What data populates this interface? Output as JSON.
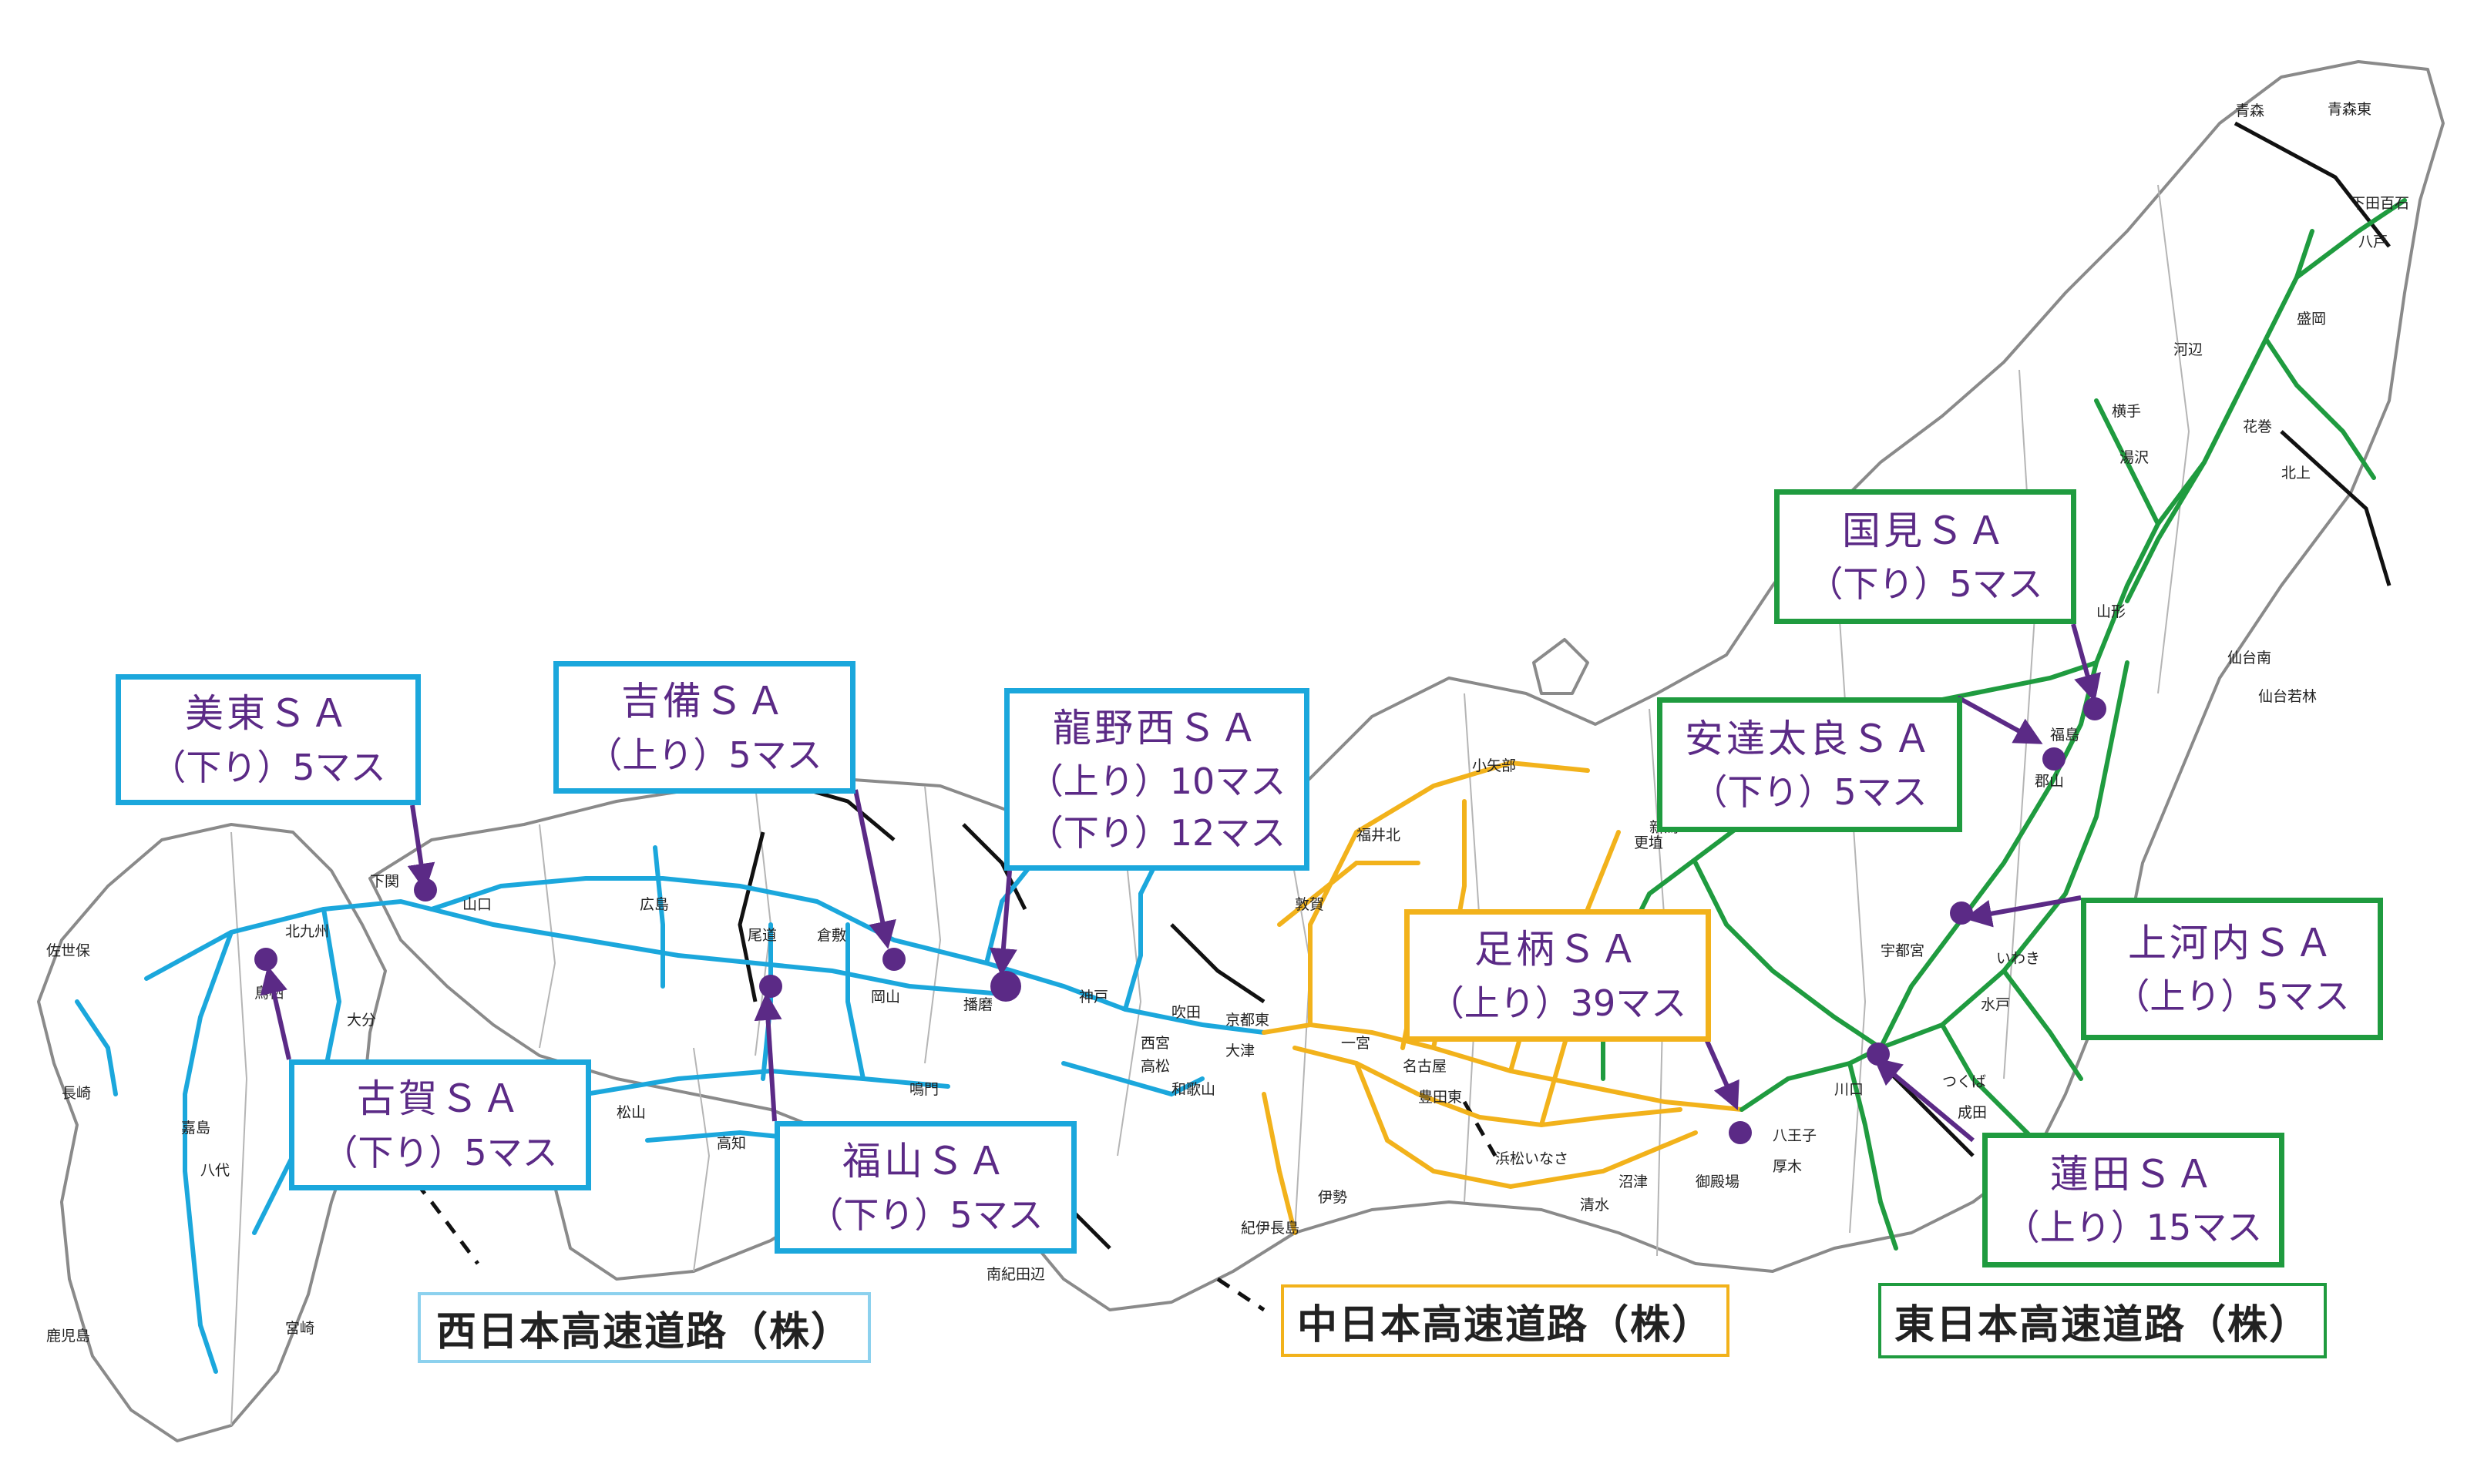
{
  "callouts": [
    {
      "id": "mito",
      "name": "美東ＳＡ",
      "lines": [
        "（下り）5マス"
      ],
      "company": "west"
    },
    {
      "id": "kibi",
      "name": "吉備ＳＡ",
      "lines": [
        "（上り）5マス"
      ],
      "company": "west"
    },
    {
      "id": "tatsuno",
      "name": "龍野西ＳＡ",
      "lines": [
        "（上り）10マス",
        "（下り）12マス"
      ],
      "company": "west"
    },
    {
      "id": "koga",
      "name": "古賀ＳＡ",
      "lines": [
        "（下り）5マス"
      ],
      "company": "west"
    },
    {
      "id": "fukuyama",
      "name": "福山ＳＡ",
      "lines": [
        "（下り）5マス"
      ],
      "company": "west"
    },
    {
      "id": "ashigara",
      "name": "足柄ＳＡ",
      "lines": [
        "（上り）39マス"
      ],
      "company": "central"
    },
    {
      "id": "kunimi",
      "name": "国見ＳＡ",
      "lines": [
        "（下り）5マス"
      ],
      "company": "east"
    },
    {
      "id": "adatara",
      "name": "安達太良ＳＡ",
      "lines": [
        "（下り）5マス"
      ],
      "company": "east"
    },
    {
      "id": "kamikawachi",
      "name": "上河内ＳＡ",
      "lines": [
        "（上り）5マス"
      ],
      "company": "east"
    },
    {
      "id": "hasuda",
      "name": "蓮田ＳＡ",
      "lines": [
        "（上り）15マス"
      ],
      "company": "east"
    }
  ],
  "legend": {
    "west": "西日本高速道路（株）",
    "central": "中日本高速道路（株）",
    "east": "東日本高速道路（株）"
  },
  "colors": {
    "west": "#1ba7dc",
    "central": "#f2b21b",
    "east": "#1f9b3f",
    "marker": "#5b2a86",
    "outline": "#8a8a8a",
    "road_other": "#111111"
  },
  "station_labels": {
    "aomori": "青森",
    "aomori_higashi": "青森東",
    "hachinohe": "八戸",
    "towada": "下田百石",
    "morioka": "盛岡",
    "hanamaki": "花巻",
    "kitakami": "北上",
    "akita": "河辺",
    "yokote": "横手",
    "yuzawa": "湯沢",
    "sendai": "仙台南",
    "sendai_wakabayashi": "仙台若林",
    "yamagata": "山形",
    "fukushima": "福島",
    "koriyama": "郡山",
    "iwaki": "いわき",
    "utsunomiya": "宇都宮",
    "mito_city": "水戸",
    "tsukuba": "つくば",
    "narita": "成田",
    "kawaguchi": "川口",
    "hachioji": "八王子",
    "atsugi": "厚木",
    "niigata": "新潟",
    "nagano": "更埴",
    "gotemba": "御殿場",
    "numazu": "沼津",
    "shimizu": "清水",
    "hamamatsu": "浜松いなさ",
    "nagoya": "名古屋",
    "toyota": "豊田東",
    "ichinomiya": "一宮",
    "tsuruga": "敦賀",
    "fukui": "福井北",
    "komatsu": "小矢部",
    "kyoto": "京都東",
    "otsu": "大津",
    "suita": "吹田",
    "nishinomiya": "西宮",
    "kobe": "神戸",
    "himeji": "播磨",
    "okayama": "岡山",
    "kurashiki": "倉敷",
    "fukuyama_city": "尾道",
    "hiroshima": "広島",
    "yamaguchi": "山口",
    "shimonoseki": "下関",
    "kitakyushu": "北九州",
    "fukuoka": "鳥栖",
    "saga": "佐世保",
    "nagasaki": "長崎",
    "kumamoto": "嘉島",
    "yatsushiro": "八代",
    "kagoshima": "鹿児島",
    "miyazaki": "宮崎",
    "oita": "大分",
    "matsuyama": "松山",
    "kochi": "高知",
    "tokushima": "鳴門",
    "takamatsu": "高松",
    "wakayama": "和歌山",
    "ise": "伊勢",
    "kisei": "紀伊長島",
    "nanki": "南紀田辺"
  }
}
